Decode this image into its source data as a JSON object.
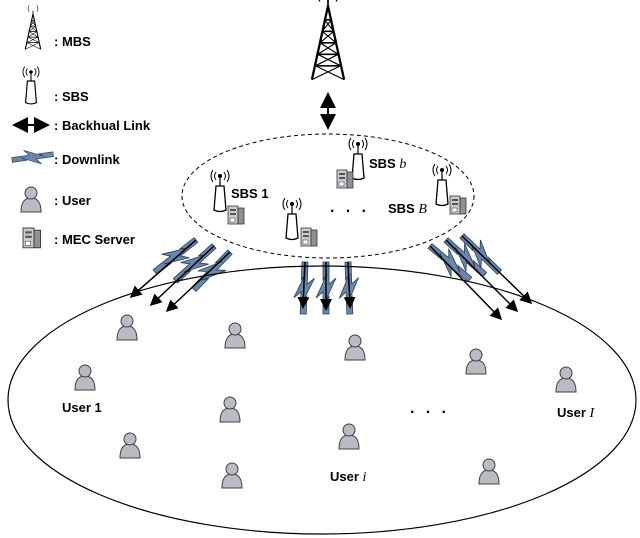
{
  "legend": {
    "mbs": ": MBS",
    "sbs": ": SBS",
    "backhaul": ": Backhual Link",
    "downlink": ": Downlink",
    "user": ": User",
    "mec": ": MEC Server"
  },
  "sbs_labels": {
    "sbs1": "SBS 1",
    "sbsb_prefix": "SBS ",
    "sbsb_var": "b",
    "sbsB_prefix": "SBS ",
    "sbsB_var": "B",
    "dots": "· · ·"
  },
  "user_labels": {
    "user1": "User 1",
    "useri_prefix": "User ",
    "useri_var": "i",
    "userI_prefix": "User ",
    "userI_var": "I",
    "dots": "· · ·"
  },
  "colors": {
    "bolt": "#6b86a8",
    "bolt_edge": "#2c3e57",
    "user_fill": "#b9bcc2",
    "user_edge": "#404040",
    "server_fill": "#c9cbcf"
  }
}
